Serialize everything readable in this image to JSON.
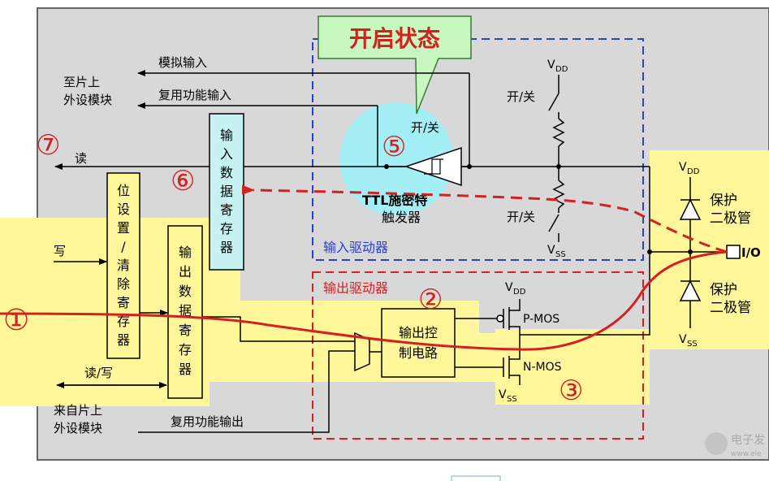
{
  "labels": {
    "callout_title": "开启状态",
    "analog_input": "模拟输入",
    "alt_func_input": "复用功能输入",
    "to_peripheral_1": "至片上",
    "to_peripheral_2": "外设模块",
    "read": "读",
    "write": "写",
    "read_write": "读/写",
    "from_peripheral_1": "来自片上",
    "from_peripheral_2": "外设模块",
    "alt_func_output": "复用功能输出",
    "input_data_register": [
      "输",
      "入",
      "数",
      "据",
      "寄",
      "存",
      "器"
    ],
    "bit_set_clear_register": [
      "位",
      "设",
      "置",
      "/",
      "清",
      "除",
      "寄",
      "存",
      "器"
    ],
    "output_data_register": [
      "输",
      "出",
      "数",
      "据",
      "寄",
      "存",
      "器"
    ],
    "ttl_schmitt_1": "TTL施密特",
    "ttl_schmitt_2": "触发器",
    "on_off_schmitt": "开/关",
    "on_off_top": "开/关",
    "on_off_bottom": "开/关",
    "input_driver": "输入驱动器",
    "output_driver": "输出驱动器",
    "output_control_1": "输出控",
    "output_control_2": "制电路",
    "vdd_sub": "DD",
    "vss_sub": "SS",
    "v": "V",
    "p_mos": "P-MOS",
    "n_mos": "N-MOS",
    "protection_diode_1": "保护",
    "protection_diode_2": "二极管",
    "io_pin": "I/O",
    "watermark": "电子发",
    "watermark_url": "www.ele"
  },
  "markers": {
    "m1": "①",
    "m2": "②",
    "m3": "③",
    "m5": "⑤",
    "m6": "⑥",
    "m7": "⑦"
  },
  "colors": {
    "highlight_yellow": "#fff799",
    "chip_gray": "#d8d8d8",
    "callout_green": "#c9f7c0",
    "input_reg_cyan": "#c6f2f2",
    "bubble_cyan": "#a4eef6",
    "signal_red": "#d42020",
    "input_driver_blue": "#2a3fcf",
    "output_driver_red": "#d42020",
    "marker_red": "#d42020"
  }
}
